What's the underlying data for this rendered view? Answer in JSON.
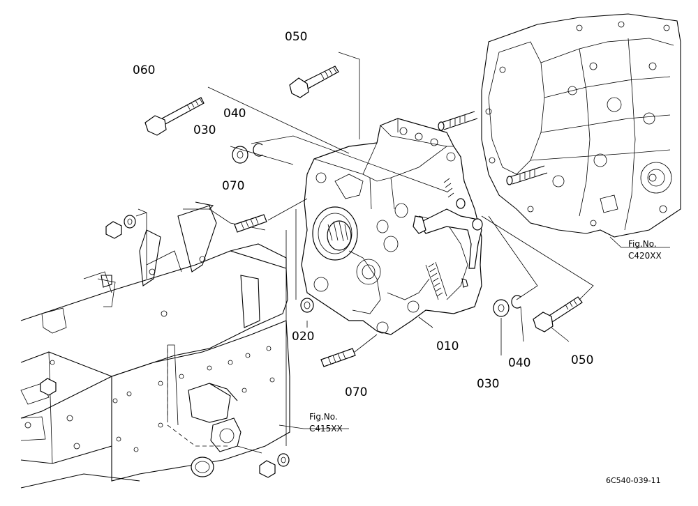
{
  "callouts": [
    {
      "id": "c050_top",
      "label": "050"
    },
    {
      "id": "c060",
      "label": "060"
    },
    {
      "id": "c040_top",
      "label": "040"
    },
    {
      "id": "c030_top",
      "label": "030"
    },
    {
      "id": "c070_top",
      "label": "070"
    },
    {
      "id": "c020",
      "label": "020"
    },
    {
      "id": "c010",
      "label": "010"
    },
    {
      "id": "c030_bottom",
      "label": "030"
    },
    {
      "id": "c040_bottom",
      "label": "040"
    },
    {
      "id": "c050_bottom",
      "label": "050"
    },
    {
      "id": "c070_bottom",
      "label": "070"
    }
  ],
  "figure_refs": [
    {
      "line1": "Fig.No.",
      "line2": "C420XX"
    },
    {
      "line1": "Fig.No.",
      "line2": "C415XX"
    }
  ],
  "drawing_code": "6C540-039-11"
}
